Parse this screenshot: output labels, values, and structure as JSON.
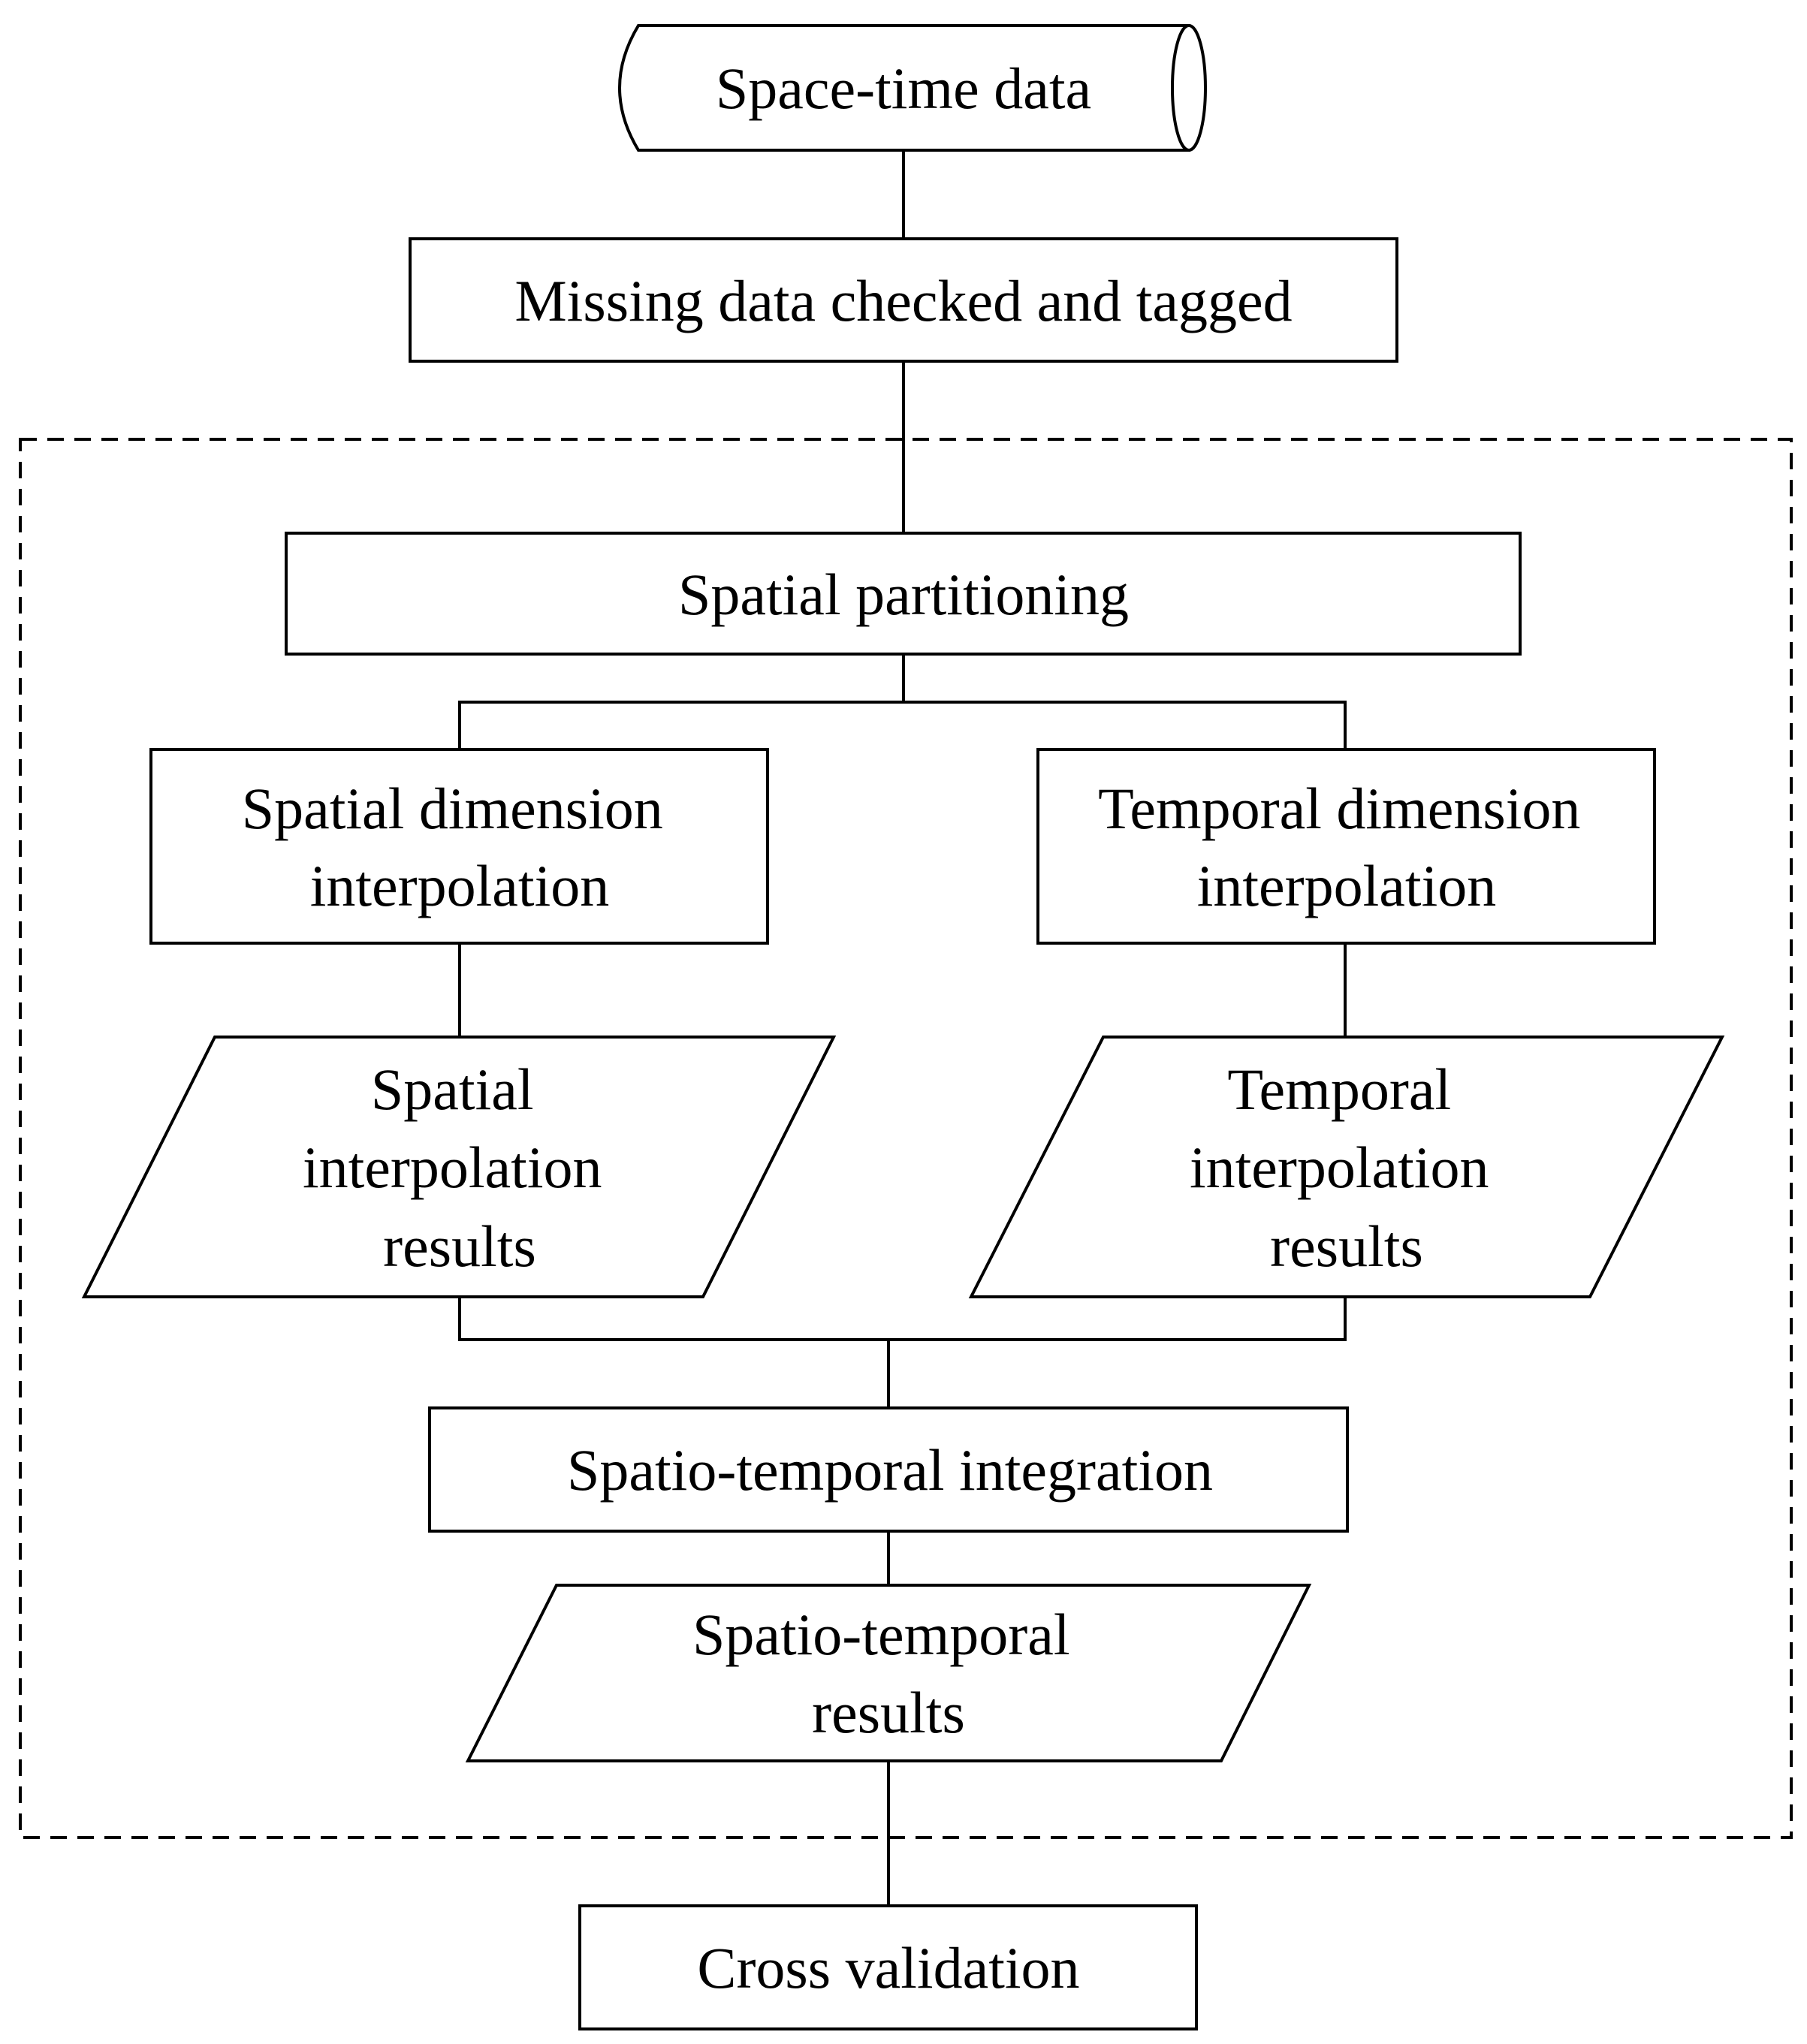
{
  "nodes": {
    "space_time_data": {
      "lines": [
        "Space-time data"
      ]
    },
    "missing_data": {
      "lines": [
        "Missing data checked and tagged"
      ]
    },
    "spatial_partitioning": {
      "lines": [
        "Spatial partitioning"
      ]
    },
    "spatial_dimension": {
      "lines": [
        "Spatial dimension",
        "interpolation"
      ]
    },
    "temporal_dimension": {
      "lines": [
        "Temporal dimension",
        "interpolation"
      ]
    },
    "spatial_results": {
      "lines": [
        "Spatial",
        "interpolation",
        "results"
      ]
    },
    "temporal_results": {
      "lines": [
        "Temporal",
        "interpolation",
        "results"
      ]
    },
    "integration": {
      "lines": [
        "Spatio-temporal integration"
      ]
    },
    "st_results": {
      "lines": [
        "Spatio-temporal",
        "results"
      ]
    },
    "cross_validation": {
      "lines": [
        "Cross validation"
      ]
    }
  }
}
